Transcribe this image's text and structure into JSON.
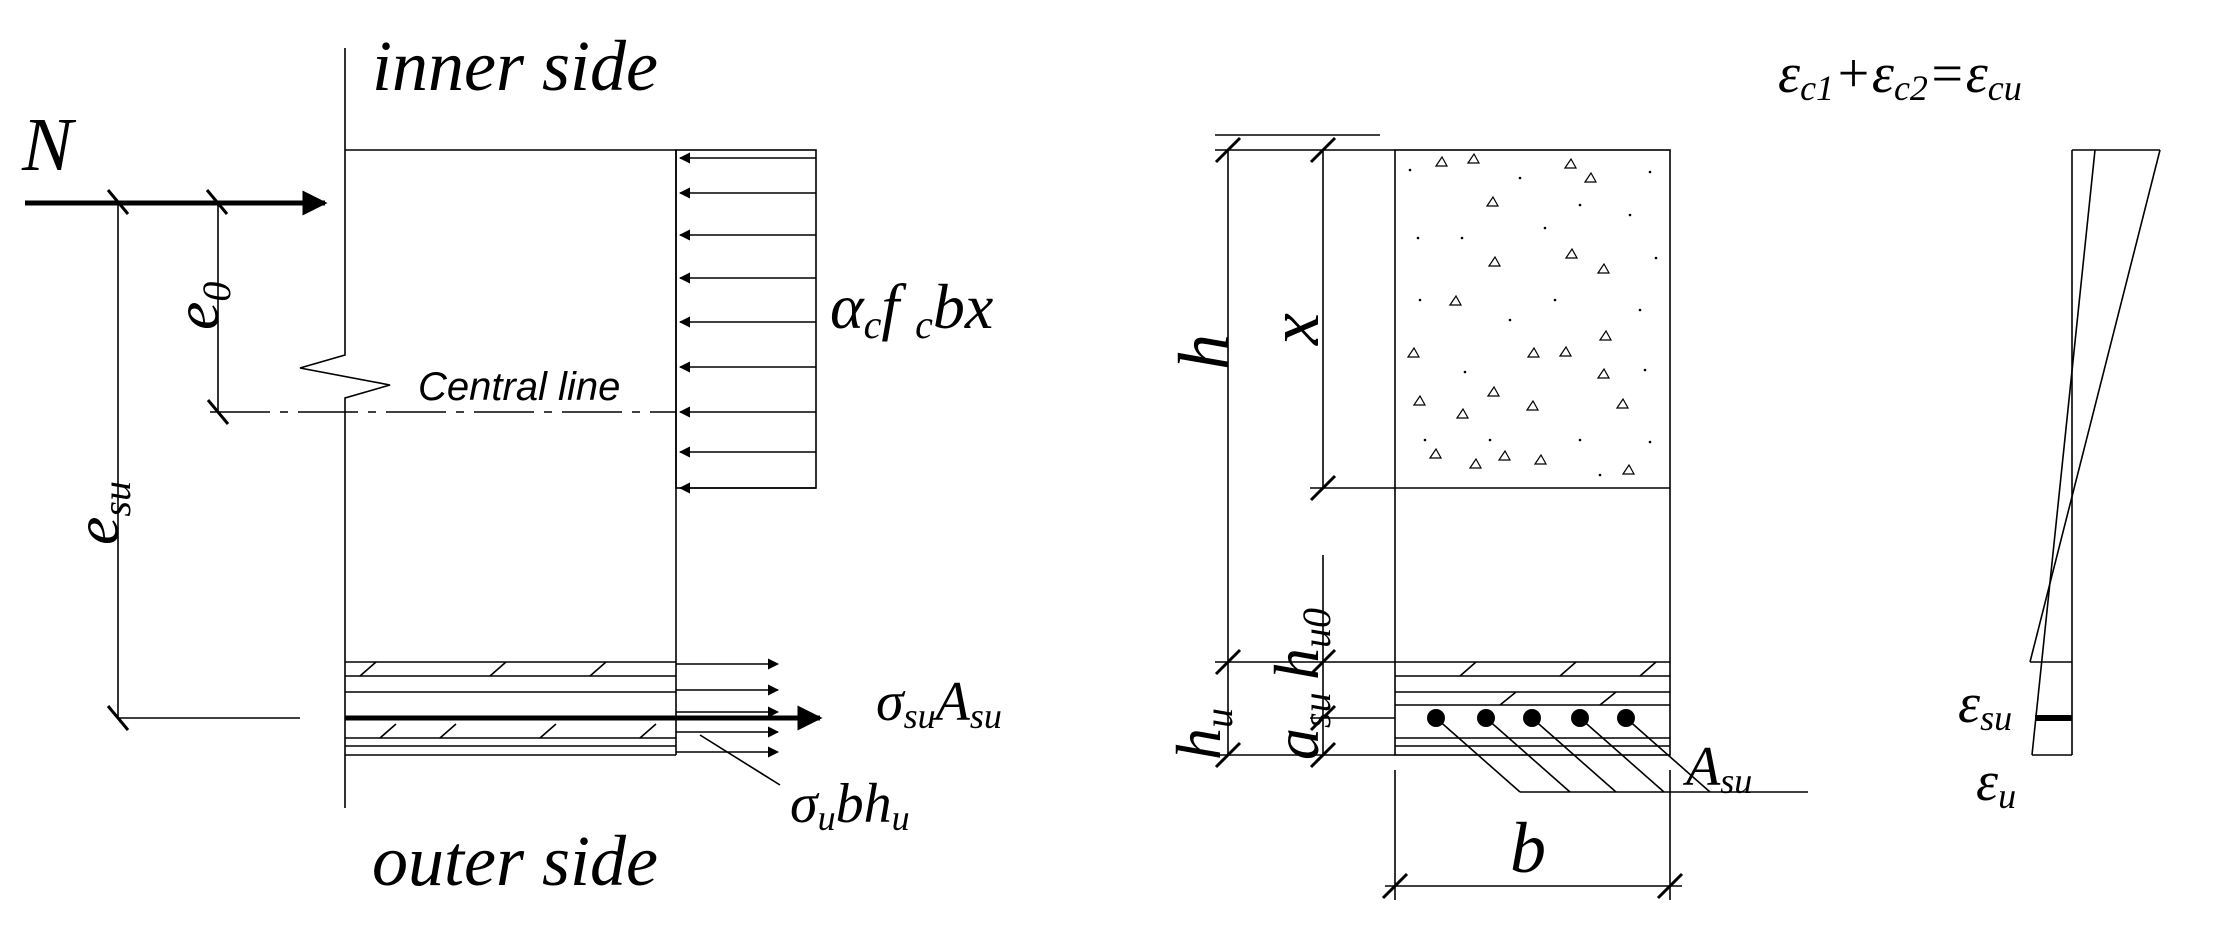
{
  "left_panel": {
    "top_label": "inner side",
    "bottom_label": "outer side",
    "axial_force": "N",
    "eccentricity_e0": {
      "main": "e",
      "sub": "0"
    },
    "eccentricity_esu": {
      "main": "e",
      "sub": "su"
    },
    "central_line": "Central line",
    "concrete_force": {
      "a": "α",
      "a_sub": "c",
      "f": "f ",
      "f_sub": "c",
      "tail": "bx"
    },
    "steel_force": {
      "s": "σ",
      "s_sub": "su",
      "A": "A",
      "A_sub": "su"
    },
    "layer_force": {
      "s": "σ",
      "s_sub": "u",
      "tail": "bh",
      "tail_sub": "u"
    }
  },
  "middle_panel": {
    "h": "h",
    "x": "x",
    "h_u0": {
      "main": "h",
      "sub": "u0"
    },
    "h_u": {
      "main": "h",
      "sub": "u"
    },
    "a_su": {
      "main": "a",
      "sub": "su"
    },
    "A_su": {
      "main": "A",
      "sub": "su"
    },
    "b": "b"
  },
  "right_panel": {
    "equation": {
      "e1": "ε",
      "s1": "c1",
      "plus": "+",
      "e2": "ε",
      "s2": "c2",
      "eq": "=",
      "e3": "ε",
      "s3": "cu"
    },
    "eps_su": {
      "main": "ε",
      "sub": "su"
    },
    "eps_u": {
      "main": "ε",
      "sub": "u"
    }
  }
}
